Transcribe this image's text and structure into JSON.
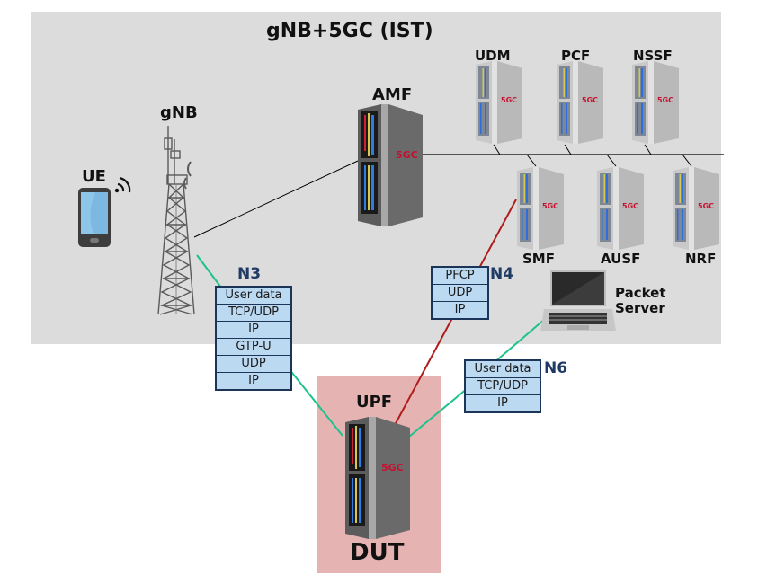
{
  "title": "gNB+5GC (IST)",
  "colors": {
    "core_background": "#dcdcdc",
    "dut_background": "#e6b3b3",
    "user_plane_link": "#1ec28b",
    "control_plane_link": "#b01c1c",
    "sbi_bus": "#000000",
    "stack_fill": "#bcd9f2",
    "stack_border": "#1c3458",
    "interface_label": "#1f3a64",
    "server_badge": "#c8102e"
  },
  "nodes": {
    "ue": {
      "label": "UE",
      "icon": "smartphone-icon"
    },
    "gnb": {
      "label": "gNB",
      "icon": "cell-tower-icon"
    },
    "amf": {
      "label": "AMF",
      "badge": "5GC",
      "icon": "server-rack-icon"
    },
    "udm": {
      "label": "UDM",
      "badge": "5GC",
      "icon": "server-rack-icon"
    },
    "pcf": {
      "label": "PCF",
      "badge": "5GC",
      "icon": "server-rack-icon"
    },
    "nssf": {
      "label": "NSSF",
      "badge": "5GC",
      "icon": "server-rack-icon"
    },
    "smf": {
      "label": "SMF",
      "badge": "5GC",
      "icon": "server-rack-icon"
    },
    "ausf": {
      "label": "AUSF",
      "badge": "5GC",
      "icon": "server-rack-icon"
    },
    "nrf": {
      "label": "NRF",
      "badge": "5GC",
      "icon": "server-rack-icon"
    },
    "packet_server": {
      "label_line1": "Packet",
      "label_line2": "Server",
      "icon": "laptop-icon"
    },
    "upf": {
      "label": "UPF",
      "badge": "5GC",
      "icon": "server-rack-icon"
    },
    "dut": {
      "label": "DUT"
    }
  },
  "interfaces": {
    "n3": {
      "label": "N3",
      "stack": [
        "User data",
        "TCP/UDP",
        "IP",
        "GTP-U",
        "UDP",
        "IP"
      ]
    },
    "n4": {
      "label": "N4",
      "stack": [
        "PFCP",
        "UDP",
        "IP"
      ]
    },
    "n6": {
      "label": "N6",
      "stack": [
        "User data",
        "TCP/UDP",
        "IP"
      ]
    }
  }
}
